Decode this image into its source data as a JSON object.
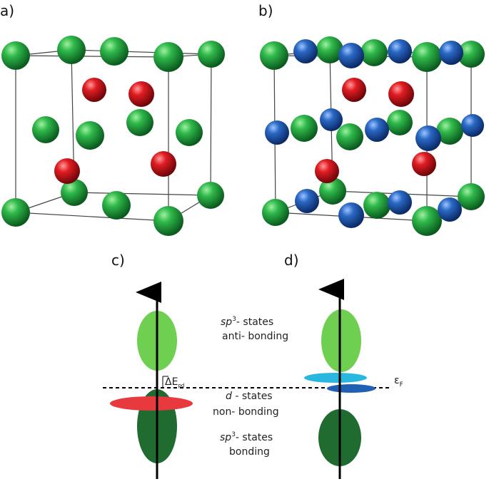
{
  "panels": {
    "a": {
      "label": "a)"
    },
    "b": {
      "label": "b)"
    },
    "c": {
      "label": "c)"
    },
    "d": {
      "label": "d)"
    }
  },
  "colors": {
    "green_atom": "#1f9e3c",
    "red_atom": "#d0141e",
    "blue_atom": "#1f5fb4",
    "frame": "#444444",
    "antibonding": "#6fcf50",
    "bonding": "#1f6b30",
    "d_band": "#e8393f",
    "cyan_band": "#29b7e0",
    "fermi_blue": "#1f5fb4"
  },
  "diagram_c": {
    "top_line1_italic": "sp",
    "top_line1_sup": "3",
    "top_line1_rest": "- states",
    "top_line2": "anti- bonding",
    "gap_label": "ΔE",
    "gap_sub": "pd",
    "mid_line1_italic": "d",
    "mid_line1_rest": " - states",
    "mid_line2": "non- bonding",
    "bot_line1_italic": "sp",
    "bot_line1_sup": "3",
    "bot_line1_rest": "- states",
    "bot_line2": "bonding"
  },
  "diagram_d": {
    "fermi_label": "ε",
    "fermi_sub": "F"
  }
}
